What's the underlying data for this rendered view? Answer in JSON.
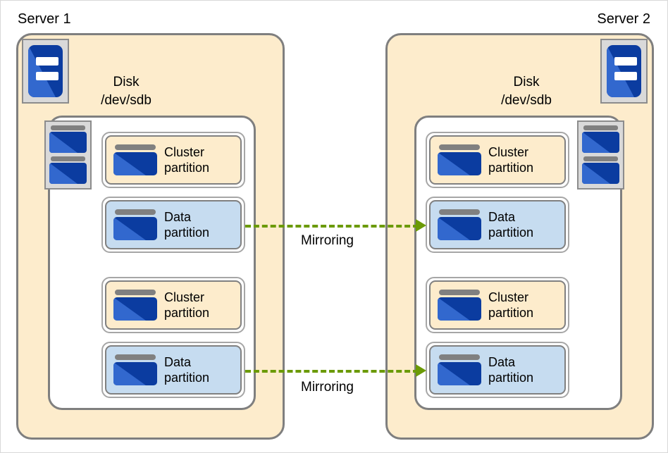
{
  "diagram": {
    "title_left": "Server 1",
    "title_right": "Server 2",
    "colors": {
      "server_fill": "#fdeccc",
      "disk_fill": "#ffffff",
      "cluster_partition_fill": "#fdeccc",
      "data_partition_fill": "#c6dcf0",
      "border_gray": "#7f7f7f",
      "icon_blue_dark": "#0b3ca0",
      "icon_blue_light": "#3268ce",
      "mirror_green": "#6b9a06",
      "page_background": "#ffffff"
    }
  },
  "servers": [
    {
      "label": "Server 1",
      "server_icon": "server-icon",
      "disk_icon": "disk-stack-icon",
      "disk": {
        "title_line1": "Disk",
        "title_line2": "/dev/sdb",
        "partitions": [
          {
            "type": "cluster",
            "line1": "Cluster",
            "line2": "partition",
            "icon": "partition-disk-icon"
          },
          {
            "type": "data",
            "line1": "Data",
            "line2": "partition",
            "icon": "partition-disk-icon"
          },
          {
            "type": "cluster",
            "line1": "Cluster",
            "line2": "partition",
            "icon": "partition-disk-icon"
          },
          {
            "type": "data",
            "line1": "Data",
            "line2": "partition",
            "icon": "partition-disk-icon"
          }
        ]
      }
    },
    {
      "label": "Server 2",
      "server_icon": "server-icon",
      "disk_icon": "disk-stack-icon",
      "disk": {
        "title_line1": "Disk",
        "title_line2": "/dev/sdb",
        "partitions": [
          {
            "type": "cluster",
            "line1": "Cluster",
            "line2": "partition",
            "icon": "partition-disk-icon"
          },
          {
            "type": "data",
            "line1": "Data",
            "line2": "partition",
            "icon": "partition-disk-icon"
          },
          {
            "type": "cluster",
            "line1": "Cluster",
            "line2": "partition",
            "icon": "partition-disk-icon"
          },
          {
            "type": "data",
            "line1": "Data",
            "line2": "partition",
            "icon": "partition-disk-icon"
          }
        ]
      }
    }
  ],
  "connectors": [
    {
      "label": "Mirroring",
      "from": "server1-data-partition-1",
      "to": "server2-data-partition-1",
      "style": "dashed-arrow-right"
    },
    {
      "label": "Mirroring",
      "from": "server1-data-partition-2",
      "to": "server2-data-partition-2",
      "style": "dashed-arrow-right"
    }
  ]
}
